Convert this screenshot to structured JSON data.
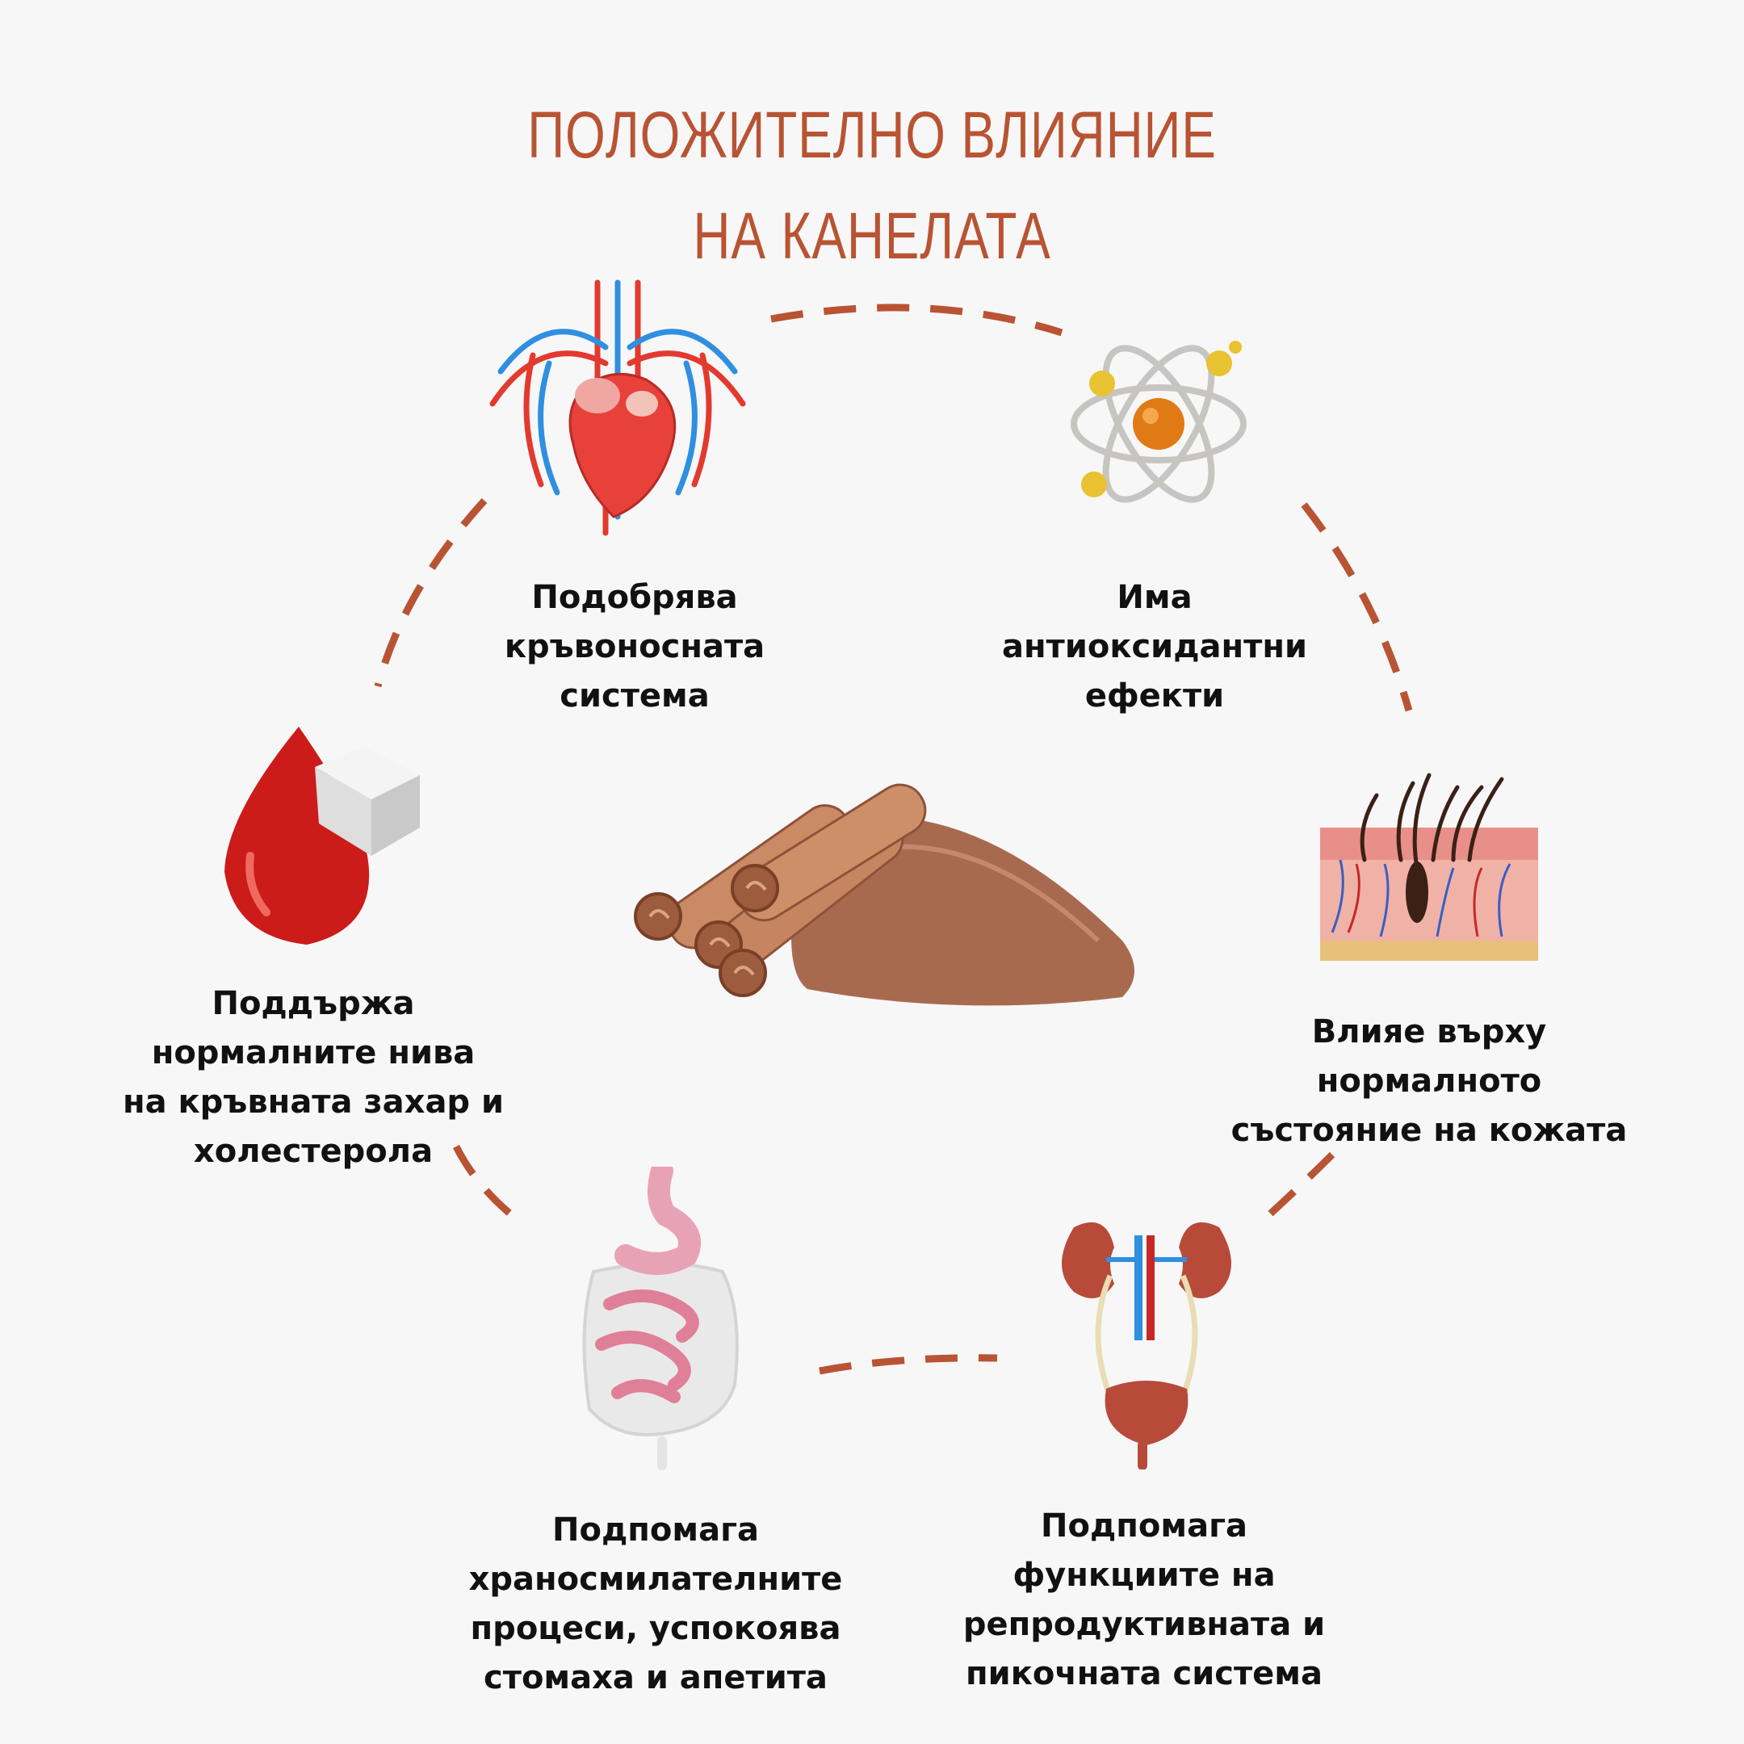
{
  "title": {
    "line1": "ПОЛОЖИТЕЛНО ВЛИЯНИЕ",
    "line2": "НА КАНЕЛАТА"
  },
  "colors": {
    "accent": "#b85433",
    "text": "#111111",
    "background": "#f8f7f7"
  },
  "benefits": [
    {
      "id": "blood-circulation",
      "icon": "heart-vessels-icon",
      "lines": [
        "Подобрява",
        "кръвоносната",
        "система"
      ]
    },
    {
      "id": "antioxidant",
      "icon": "atom-icon",
      "lines": [
        "Има",
        "антиоксидантни",
        "ефекти"
      ]
    },
    {
      "id": "skin",
      "icon": "skin-layers-icon",
      "lines": [
        "Влияе върху",
        "нормалното",
        "състояние на кожата"
      ]
    },
    {
      "id": "urinary",
      "icon": "kidneys-bladder-icon",
      "lines": [
        "Подпомага",
        "функциите на",
        "репродуктивната и",
        "пикочната система"
      ]
    },
    {
      "id": "digestion",
      "icon": "digestive-system-icon",
      "lines": [
        "Подпомага",
        "храносмилателните",
        "процеси, успокоява",
        "стомаха и апетита"
      ]
    },
    {
      "id": "blood-sugar",
      "icon": "blood-drop-sugar-icon",
      "lines": [
        "Поддържа",
        "нормалните нива",
        "на кръвната захар и",
        "холестерола"
      ]
    }
  ],
  "center_icon": "cinnamon-sticks-powder-icon"
}
